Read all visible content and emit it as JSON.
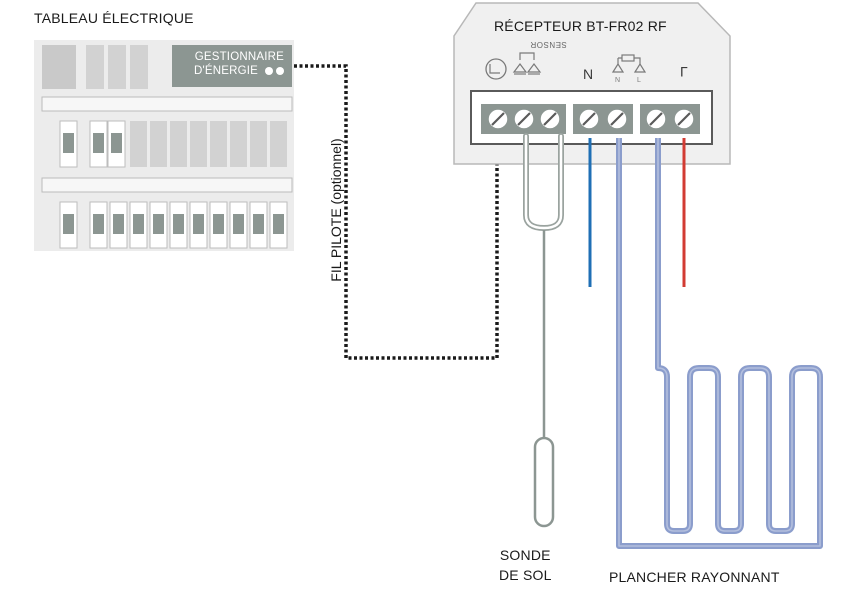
{
  "labels": {
    "panel_title": "TABLEAU ÉLECTRIQUE",
    "energy_manager_line1": "GESTIONNAIRE",
    "energy_manager_line2": "D'ÉNERGIE",
    "receiver_title": "RÉCEPTEUR BT-FR02 RF",
    "sensor_mark": "SENSOR",
    "terminal_n": "N",
    "terminal_l": "L",
    "pilot_wire": "FIL PILOTE (optionnel)",
    "probe_line1": "SONDE",
    "probe_line2": "DE SOL",
    "floor": "PLANCHER RAYONNANT"
  },
  "colors": {
    "panel_gray": "#e3e3e3",
    "module_gray": "#c9c9c9",
    "dark_gray": "#8c9692",
    "probe_gray": "#9aa39f",
    "neutral_blue": "#1f6fb5",
    "live_red": "#d23b33",
    "floor_blue": "#8b9dcc",
    "pilot_black": "#1a1a1a"
  }
}
